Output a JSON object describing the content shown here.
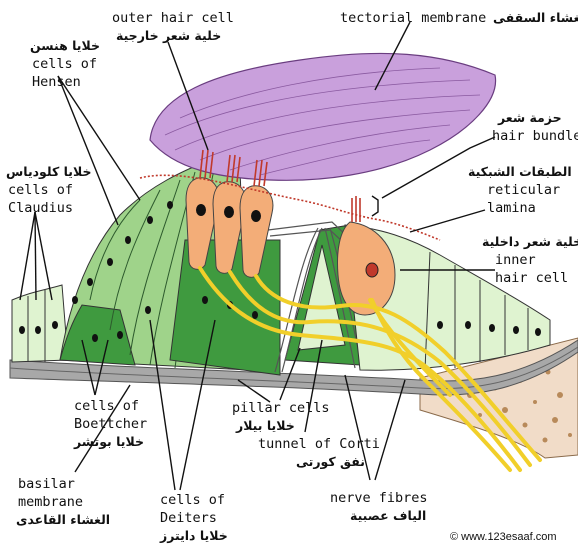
{
  "labels": {
    "outer_hair_cell": {
      "en": "outer hair cell",
      "ar": "خلية شعر خارجية"
    },
    "tectorial_membrane": {
      "en": "tectorial membrane",
      "ar": "الغشاء السقفى"
    },
    "cells_of_hensen": {
      "en_1": "cells of",
      "en_2": "Hensen",
      "ar": "خلايا هنسن"
    },
    "cells_of_claudius": {
      "en_1": "cells of",
      "en_2": "Claudius",
      "ar": "خلايا كلودياس"
    },
    "hair_bundle": {
      "en": "hair bundle",
      "ar": "حزمة شعر"
    },
    "reticular_lamina": {
      "en_1": "reticular",
      "en_2": "lamina",
      "ar": "الطبقات الشبكية"
    },
    "inner_hair_cell": {
      "en_1": "inner",
      "en_2": "hair cell",
      "ar": "خلية شعر داخلية"
    },
    "pillar_cells": {
      "en": "pillar cells",
      "ar": "خلايا بيلار"
    },
    "cells_of_boettcher": {
      "en_1": "cells of",
      "en_2": "Boettcher",
      "ar": "خلايا بوتشر"
    },
    "tunnel_of_corti": {
      "en": "tunnel of Corti",
      "ar": "نفق كورتى"
    },
    "basilar_membrane": {
      "en_1": "basilar",
      "en_2": "membrane",
      "ar": "الغشاء القاعدى"
    },
    "cells_of_deiters": {
      "en_1": "cells of",
      "en_2": "Deiters",
      "ar": "خلايا دايترز"
    },
    "nerve_fibres": {
      "en": "nerve fibres",
      "ar": "الياف عصبية"
    }
  },
  "copyright": "© www.123esaaf.com",
  "colors": {
    "tectorial": "#c9a0dc",
    "hair_cell": "#f3ad78",
    "support_dark": "#3f9a3f",
    "support_light": "#9fd38a",
    "claudius": "#dff3d0",
    "nerve": "#f1cf2a",
    "basilar": "#9a9a9a",
    "bone": "#f1dcc8"
  }
}
